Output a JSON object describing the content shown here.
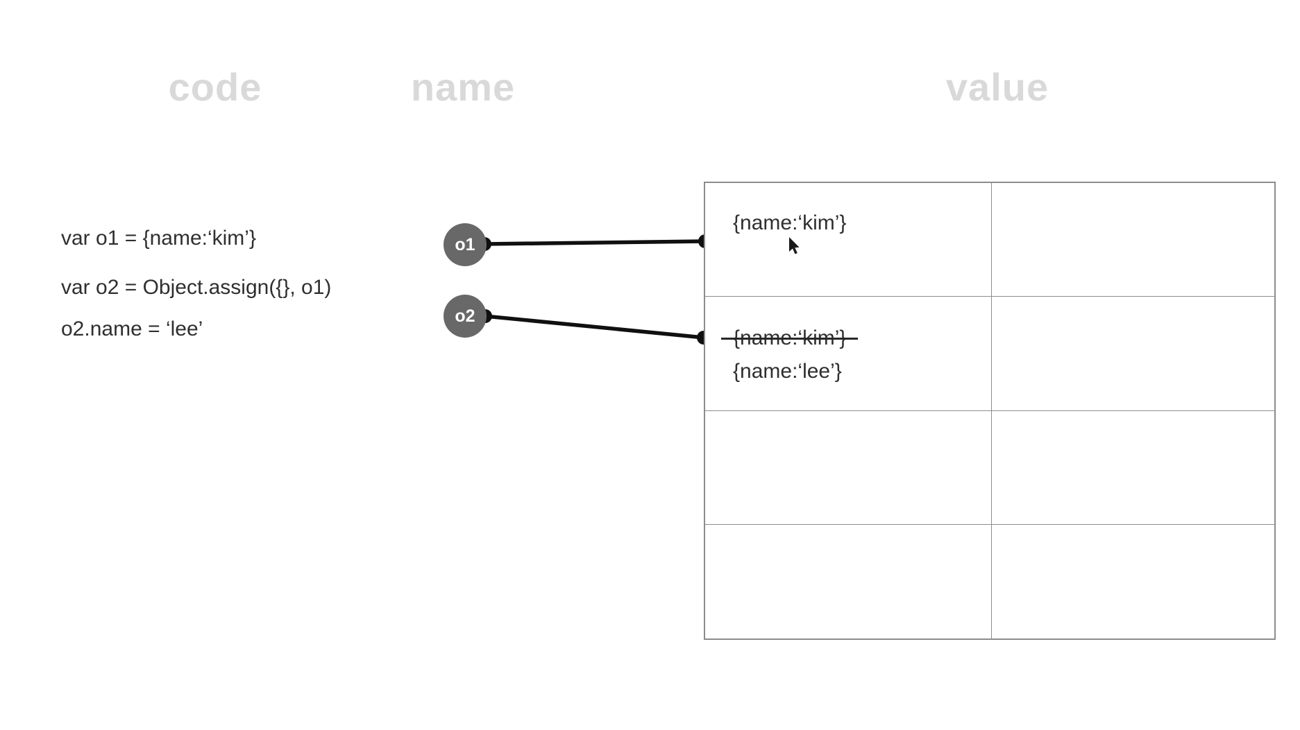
{
  "headers": {
    "code": "code",
    "name": "name",
    "value": "value"
  },
  "code_lines": [
    "var o1 = {name:‘kim’}",
    "var o2 = Object.assign({}, o1)",
    "o2.name = ‘lee’"
  ],
  "variables": [
    {
      "label": "o1"
    },
    {
      "label": "o2"
    }
  ],
  "memory_table": {
    "row1_value": "{name:‘kim’}",
    "row2_old_value": "{name:‘kim’}",
    "row2_new_value": "{name:‘lee’}"
  },
  "icons": {
    "cursor": "arrow-cursor"
  },
  "colors": {
    "background": "#ffffff",
    "header_gray": "#d9d9d9",
    "text_dark": "#2f2f2f",
    "badge_gray": "#686868",
    "line_black": "#101010",
    "table_border_gray": "#8c8c8c"
  }
}
